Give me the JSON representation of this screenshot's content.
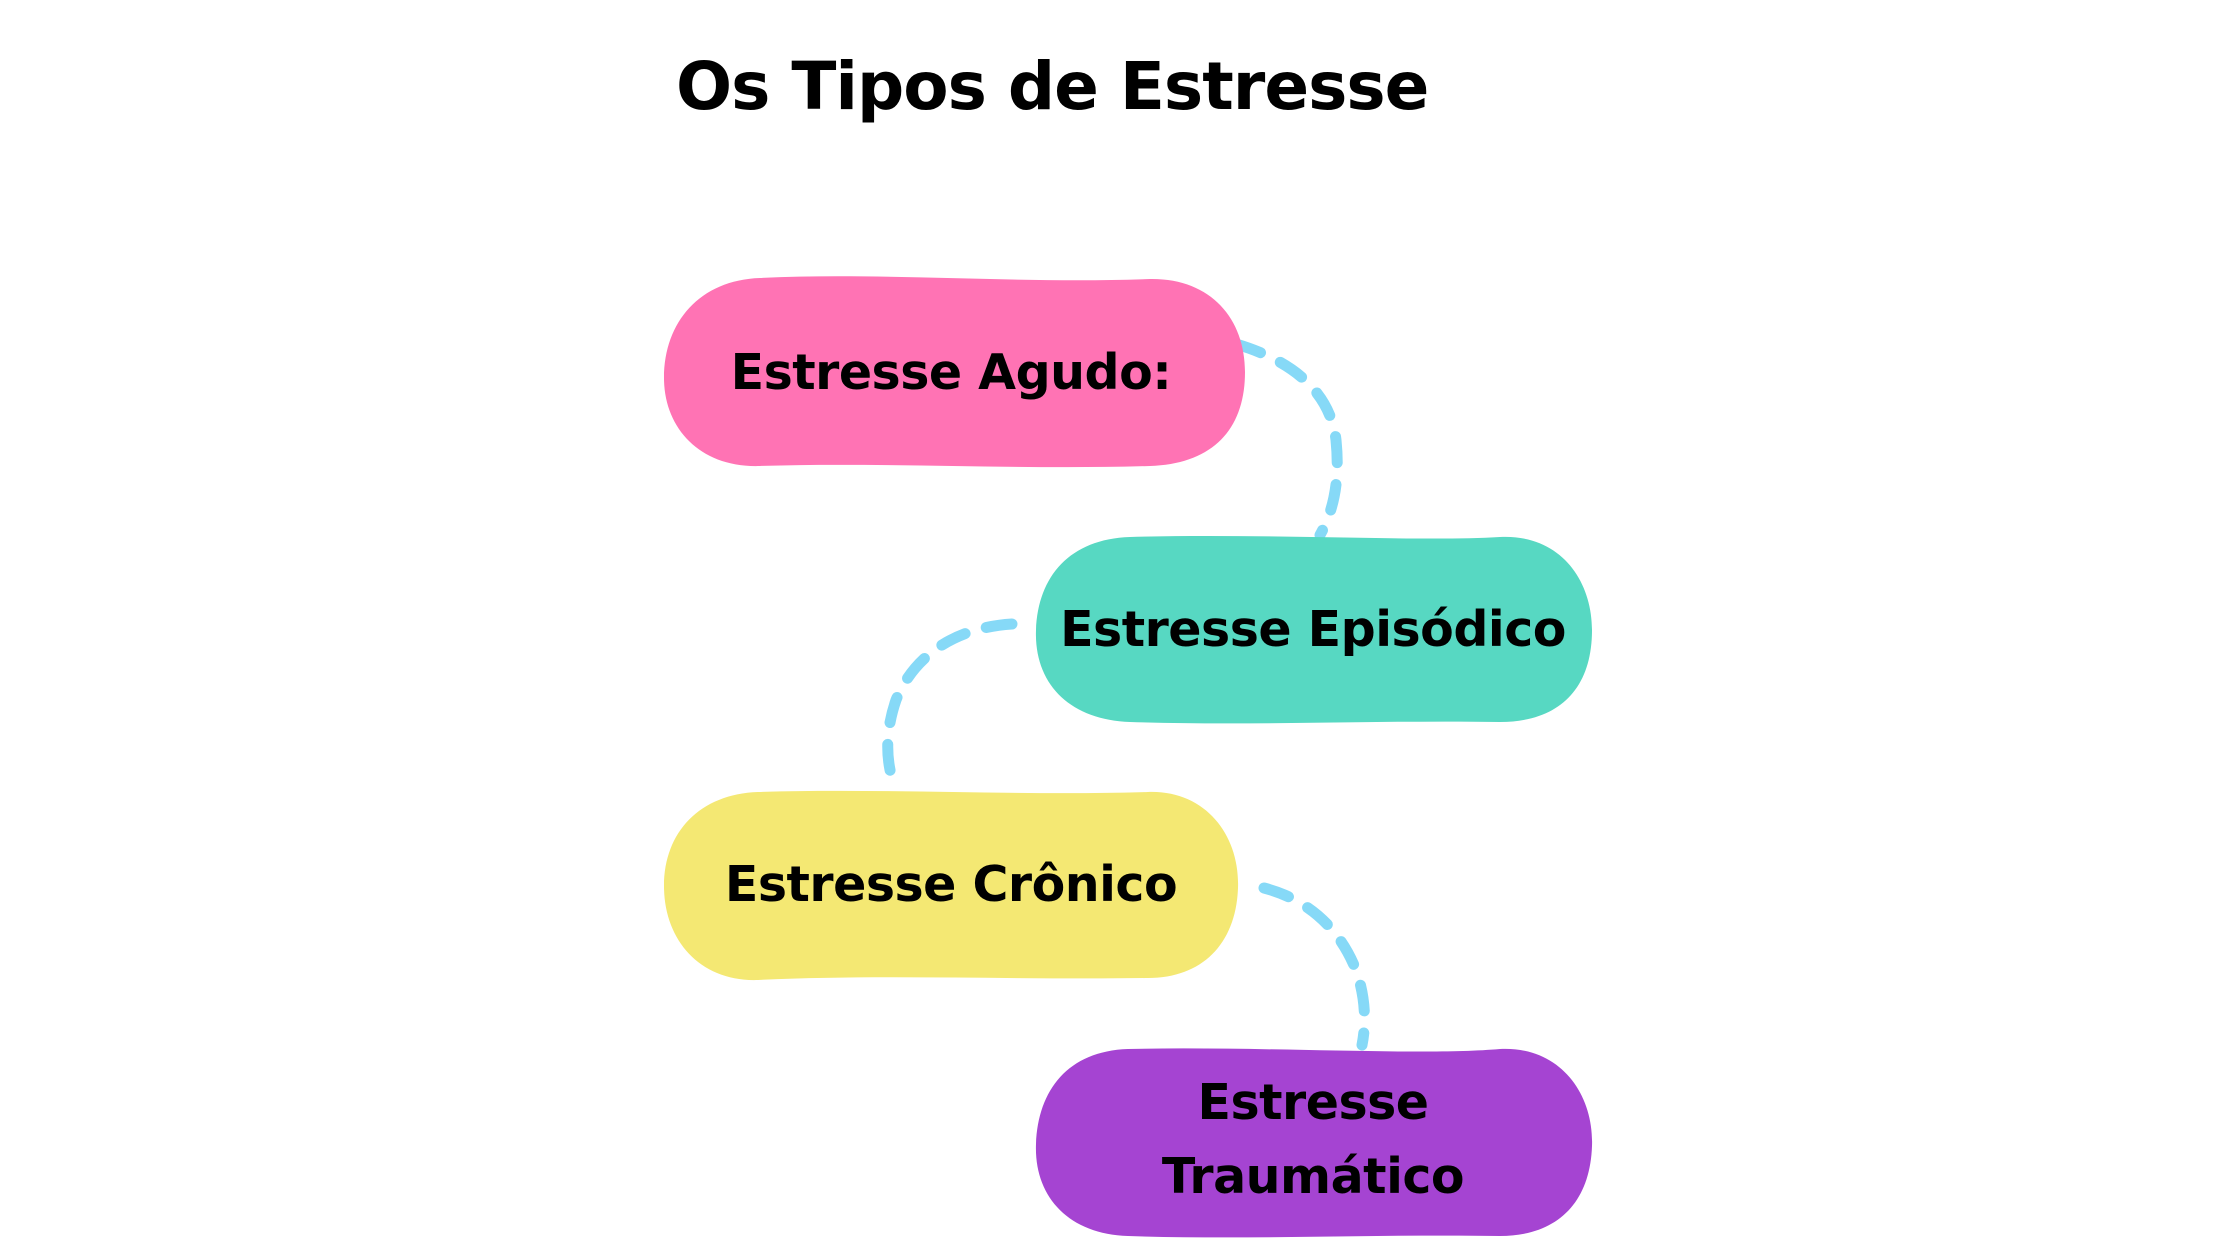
{
  "title": "Os Tipos de Estresse",
  "colors": {
    "agudo": "#ff73b4",
    "episodico": "#57d8c2",
    "cronico": "#f4e873",
    "traumatico": "#a544d2",
    "connector": "#86d9f7"
  },
  "nodes": [
    {
      "label": "Estresse Agudo:"
    },
    {
      "label": "Estresse Episódico"
    },
    {
      "label": "Estresse Crônico"
    },
    {
      "label": "Estresse\nTraumático"
    }
  ]
}
